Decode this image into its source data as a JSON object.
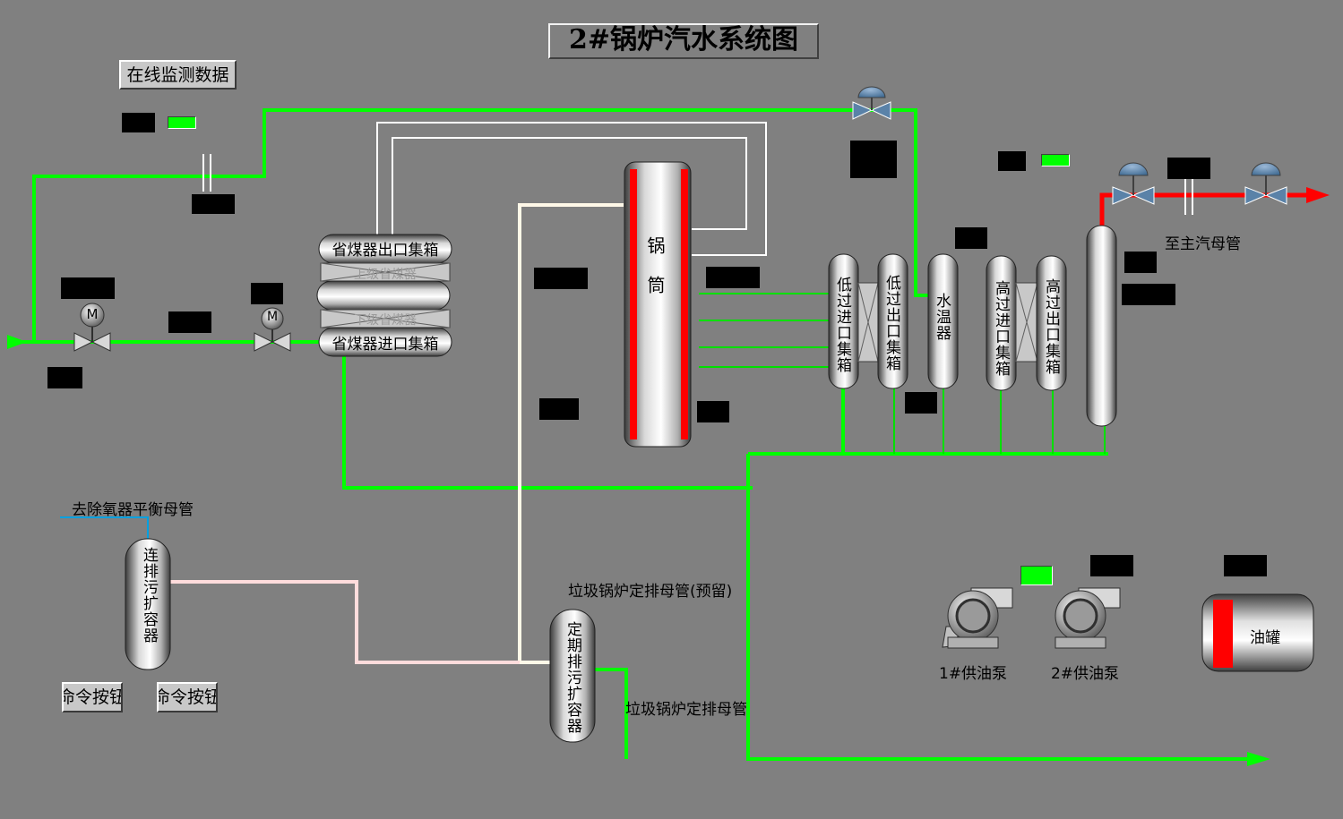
{
  "title": "2#锅炉汽水系统图",
  "buttons": {
    "online_monitor": "在线监测数据",
    "command_left": "命令按钮",
    "command_right": "命令按钮"
  },
  "labels": {
    "economizer_outlet_header": "省煤器出口集箱",
    "economizer_inlet_header": "省煤器进口集箱",
    "upper_economizer": "上级省煤器",
    "lower_economizer": "下级省煤器",
    "drum": "锅筒",
    "low_sh_inlet_header": "低过进口集箱",
    "low_sh_outlet_header": "低过出口集箱",
    "attemperator": "水温器",
    "high_sh_inlet_header": "高过进口集箱",
    "high_sh_outlet_header": "高过出口集箱",
    "to_main_steam": "至主汽母管",
    "to_deaerator_balance": "去除氧器平衡母管",
    "continuous_blowdown": "连排污扩容器",
    "periodic_blowdown": "定期排污扩容器",
    "garbage_blowdown_reserved": "垃圾锅炉定排母管(预留)",
    "garbage_blowdown": "垃圾锅炉定排母管",
    "pump1": "1#供油泵",
    "pump2": "2#供油泵",
    "oil_tank": "油罐",
    "motor_symbol": "M"
  },
  "colors": {
    "background": "#808080",
    "feedwater": "#00ff00",
    "steam": "#ff0000",
    "white_pipe": "#ffffff",
    "cream_pipe": "#fff8e8",
    "pink_pipe": "#ffdcdc",
    "blue_pipe": "#00a0e0",
    "valve_blue": "#5a82a8",
    "data_box": "#000000",
    "running_indicator": "#00ff00"
  }
}
